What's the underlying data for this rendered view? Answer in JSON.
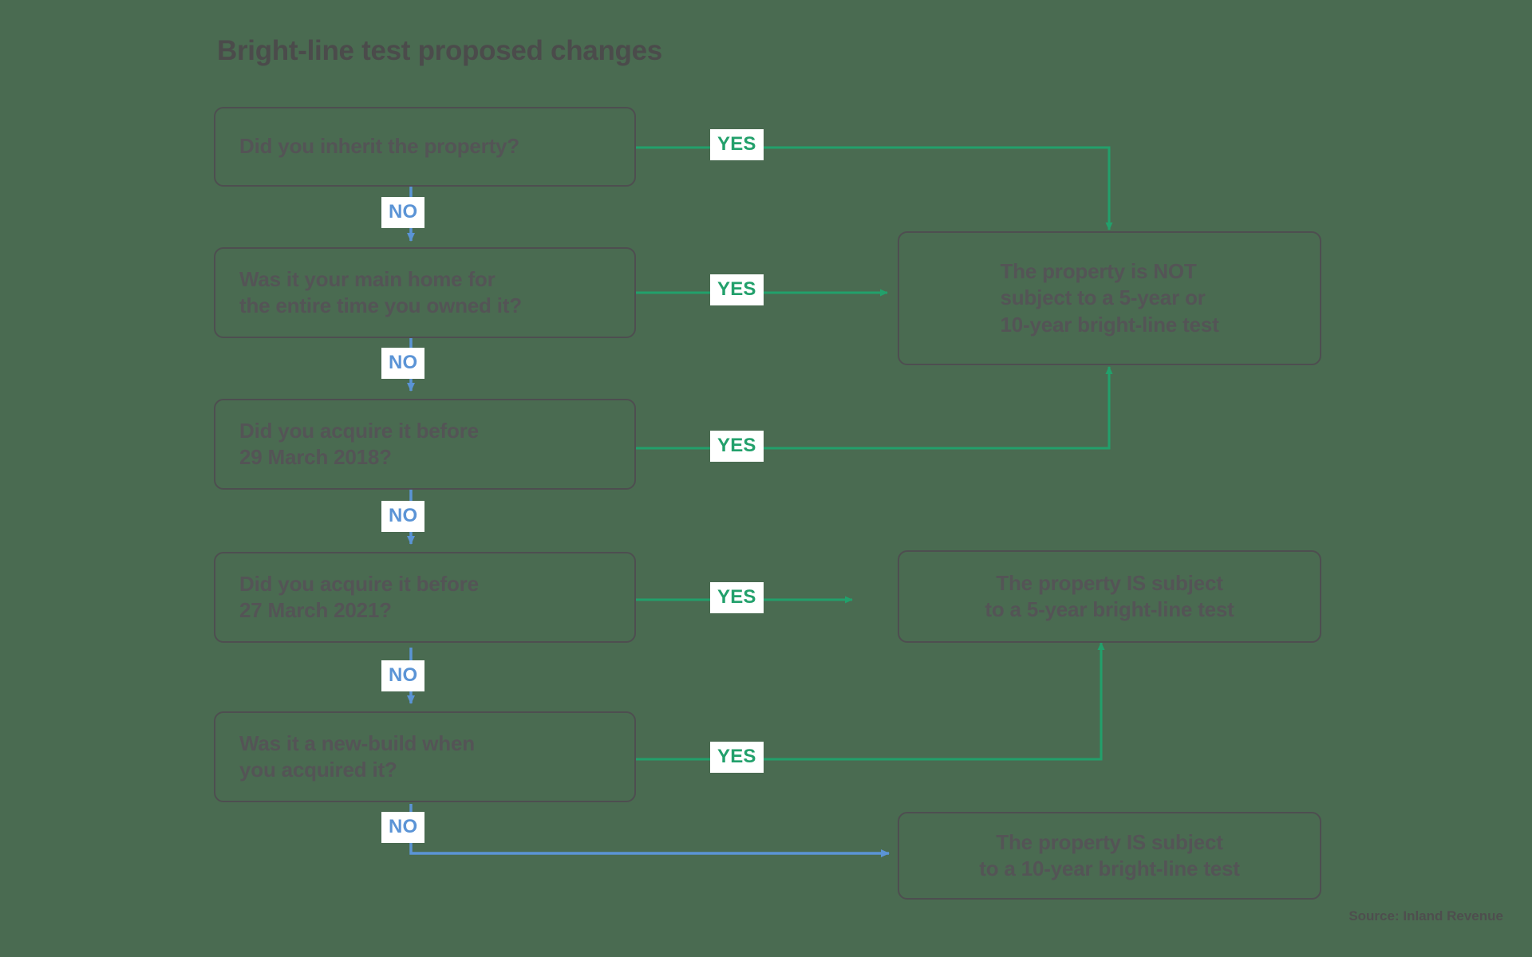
{
  "chart_data": {
    "type": "diagram",
    "title": "Bright-line test proposed changes",
    "source": "Source: Inland Revenue",
    "nodes": [
      {
        "id": "q1",
        "kind": "question",
        "text": "Did you inherit the property?"
      },
      {
        "id": "q2",
        "kind": "question",
        "text": "Was it your main home for the entire time you owned it?"
      },
      {
        "id": "q3",
        "kind": "question",
        "text": "Did you acquire it before 29 March 2018?"
      },
      {
        "id": "q4",
        "kind": "question",
        "text": "Did you acquire it before 27 March 2021?"
      },
      {
        "id": "q5",
        "kind": "question",
        "text": "Was it a new-build when you acquired it?"
      },
      {
        "id": "r1",
        "kind": "result",
        "text": "The property is NOT subject to a 5-year or 10-year bright-line test"
      },
      {
        "id": "r2",
        "kind": "result",
        "text": "The property IS subject to a 5-year bright-line test"
      },
      {
        "id": "r3",
        "kind": "result",
        "text": "The property IS subject to a 10-year bright-line test"
      }
    ],
    "edges": [
      {
        "from": "q1",
        "to": "r1",
        "label": "YES",
        "color": "#22a06b"
      },
      {
        "from": "q1",
        "to": "q2",
        "label": "NO",
        "color": "#5b94d6"
      },
      {
        "from": "q2",
        "to": "r1",
        "label": "YES",
        "color": "#22a06b"
      },
      {
        "from": "q2",
        "to": "q3",
        "label": "NO",
        "color": "#5b94d6"
      },
      {
        "from": "q3",
        "to": "r1",
        "label": "YES",
        "color": "#22a06b"
      },
      {
        "from": "q3",
        "to": "q4",
        "label": "NO",
        "color": "#5b94d6"
      },
      {
        "from": "q4",
        "to": "r2",
        "label": "YES",
        "color": "#22a06b"
      },
      {
        "from": "q4",
        "to": "q5",
        "label": "NO",
        "color": "#5b94d6"
      },
      {
        "from": "q5",
        "to": "r2",
        "label": "YES",
        "color": "#22a06b"
      },
      {
        "from": "q5",
        "to": "r3",
        "label": "NO",
        "color": "#5b94d6"
      }
    ],
    "colors": {
      "background": "#4a6b51",
      "yes": "#22a06b",
      "no": "#5b94d6",
      "box_border": "#4e4e50",
      "text": "#545456",
      "label_bg": "#ffffff"
    }
  },
  "title": "Bright-line test proposed changes",
  "source": "Source: Inland Revenue",
  "questions": {
    "q1_line1": "Did you inherit the property?",
    "q2_line1": "Was it your main home for",
    "q2_line2": "the entire time you owned it?",
    "q3_line1": "Did you acquire it before",
    "q3_line2": "29 March 2018?",
    "q4_line1": "Did you acquire it before",
    "q4_line2": "27 March 2021?",
    "q5_line1": "Was it a new-build when",
    "q5_line2": "you acquired it?"
  },
  "results": {
    "r1_line1": "The property is NOT",
    "r1_line2": "subject to a 5-year or",
    "r1_line3": "10-year bright-line test",
    "r2_line1": "The property IS subject",
    "r2_line2": "to a 5-year bright-line test",
    "r3_line1": "The property IS subject",
    "r3_line2": "to a 10-year bright-line test"
  },
  "labels": {
    "yes": "YES",
    "no": "NO"
  }
}
